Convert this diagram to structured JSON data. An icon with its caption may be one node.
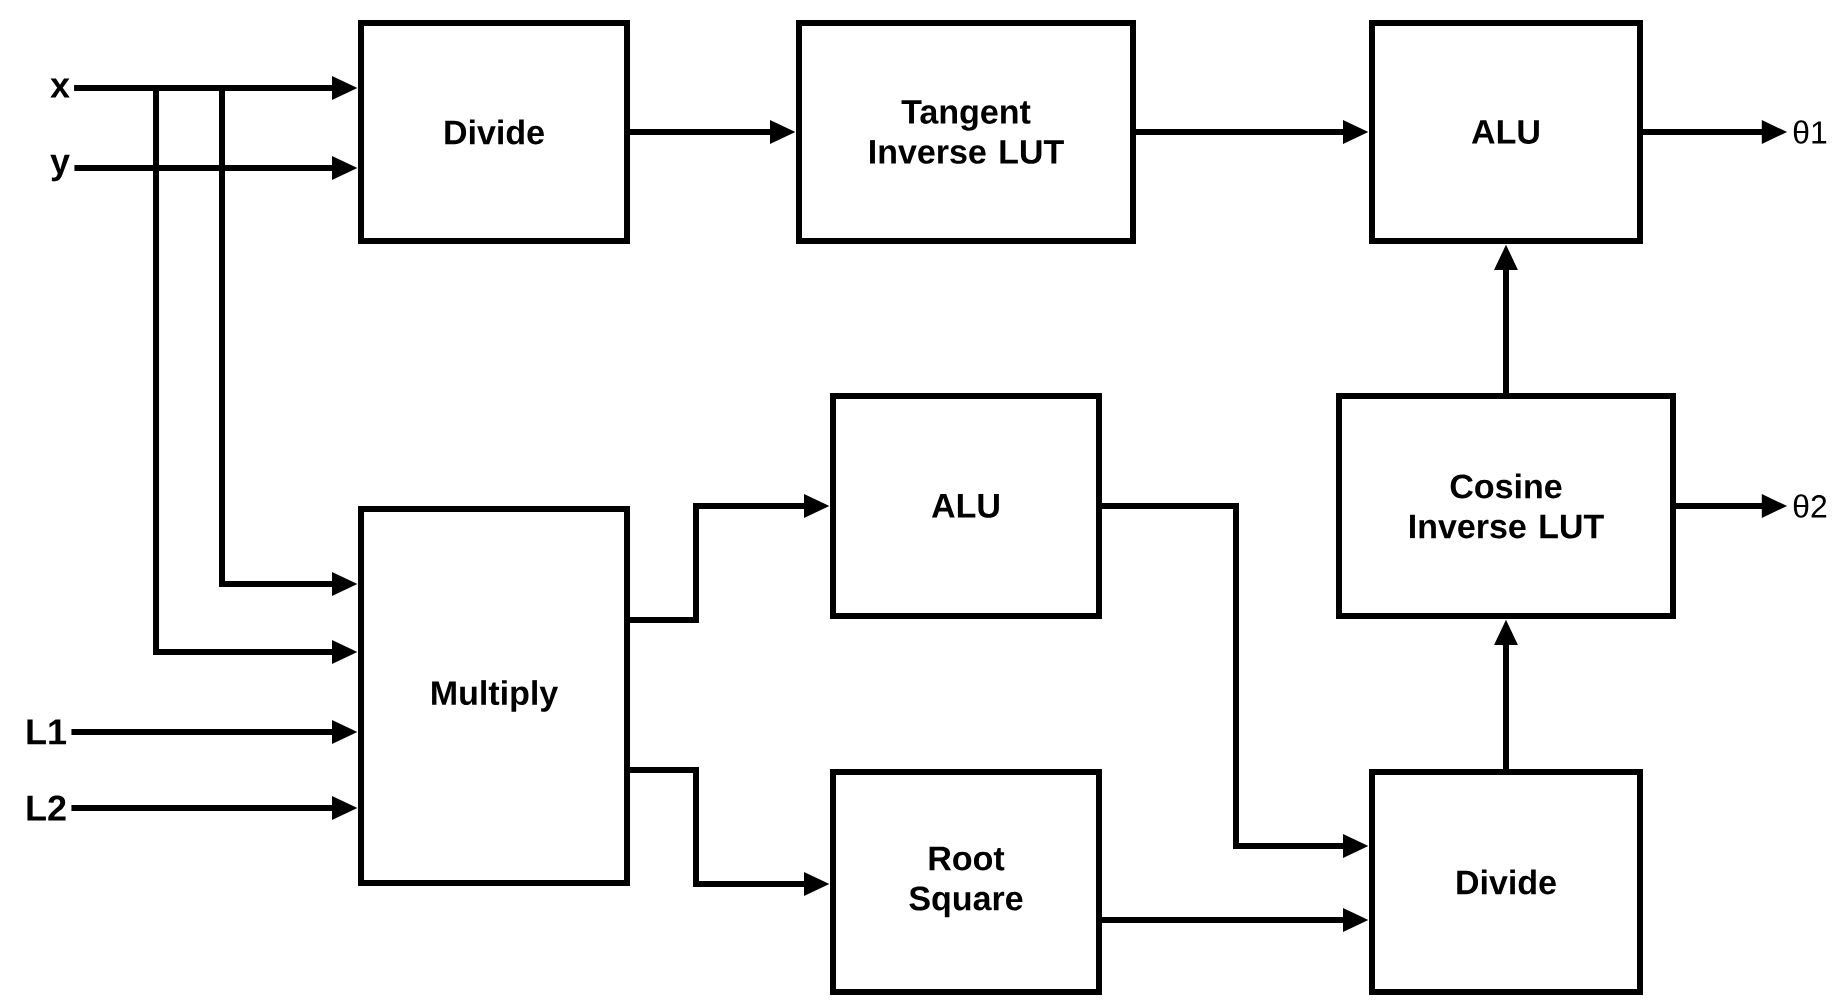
{
  "diagram": {
    "nodes": [
      {
        "text": [
          "x"
        ]
      },
      {
        "text": [
          "y"
        ]
      },
      {
        "text": [
          "L1"
        ]
      },
      {
        "text": [
          "L2"
        ]
      },
      {
        "text": [
          "Divide"
        ]
      },
      {
        "text": [
          "Tangent Inverse LUT"
        ]
      },
      {
        "text": [
          "ALU"
        ]
      },
      {
        "text": [
          "θ1"
        ]
      },
      {
        "text": [
          "Multiply"
        ]
      },
      {
        "text": [
          "ALU"
        ]
      },
      {
        "text": [
          "Root Square"
        ]
      },
      {
        "text": [
          "Cosine Inverse LUT"
        ]
      },
      {
        "text": [
          "θ2"
        ]
      },
      {
        "text": [
          "Divide"
        ]
      }
    ],
    "edges": [
      {
        "from": 0,
        "to": 4,
        "arrow": "to"
      },
      {
        "from": 1,
        "to": 4,
        "arrow": "to"
      },
      {
        "from": 4,
        "to": 5,
        "arrow": "to"
      },
      {
        "from": 5,
        "to": 6,
        "arrow": "to"
      },
      {
        "from": 6,
        "to": 7,
        "arrow": "to"
      },
      {
        "from": 0,
        "to": 8,
        "arrow": "to"
      },
      {
        "from": 0,
        "to": 8,
        "arrow": "to"
      },
      {
        "from": 2,
        "to": 8,
        "arrow": "to"
      },
      {
        "from": 3,
        "to": 8,
        "arrow": "to"
      },
      {
        "from": 8,
        "to": 9,
        "arrow": "to"
      },
      {
        "from": 8,
        "to": 10,
        "arrow": "to"
      },
      {
        "from": 9,
        "to": 13,
        "arrow": "to"
      },
      {
        "from": 10,
        "to": 13,
        "arrow": "to"
      },
      {
        "from": 13,
        "to": 11,
        "arrow": "to"
      },
      {
        "from": 11,
        "to": 6,
        "arrow": "to"
      },
      {
        "from": 11,
        "to": 12,
        "arrow": "to"
      }
    ]
  }
}
